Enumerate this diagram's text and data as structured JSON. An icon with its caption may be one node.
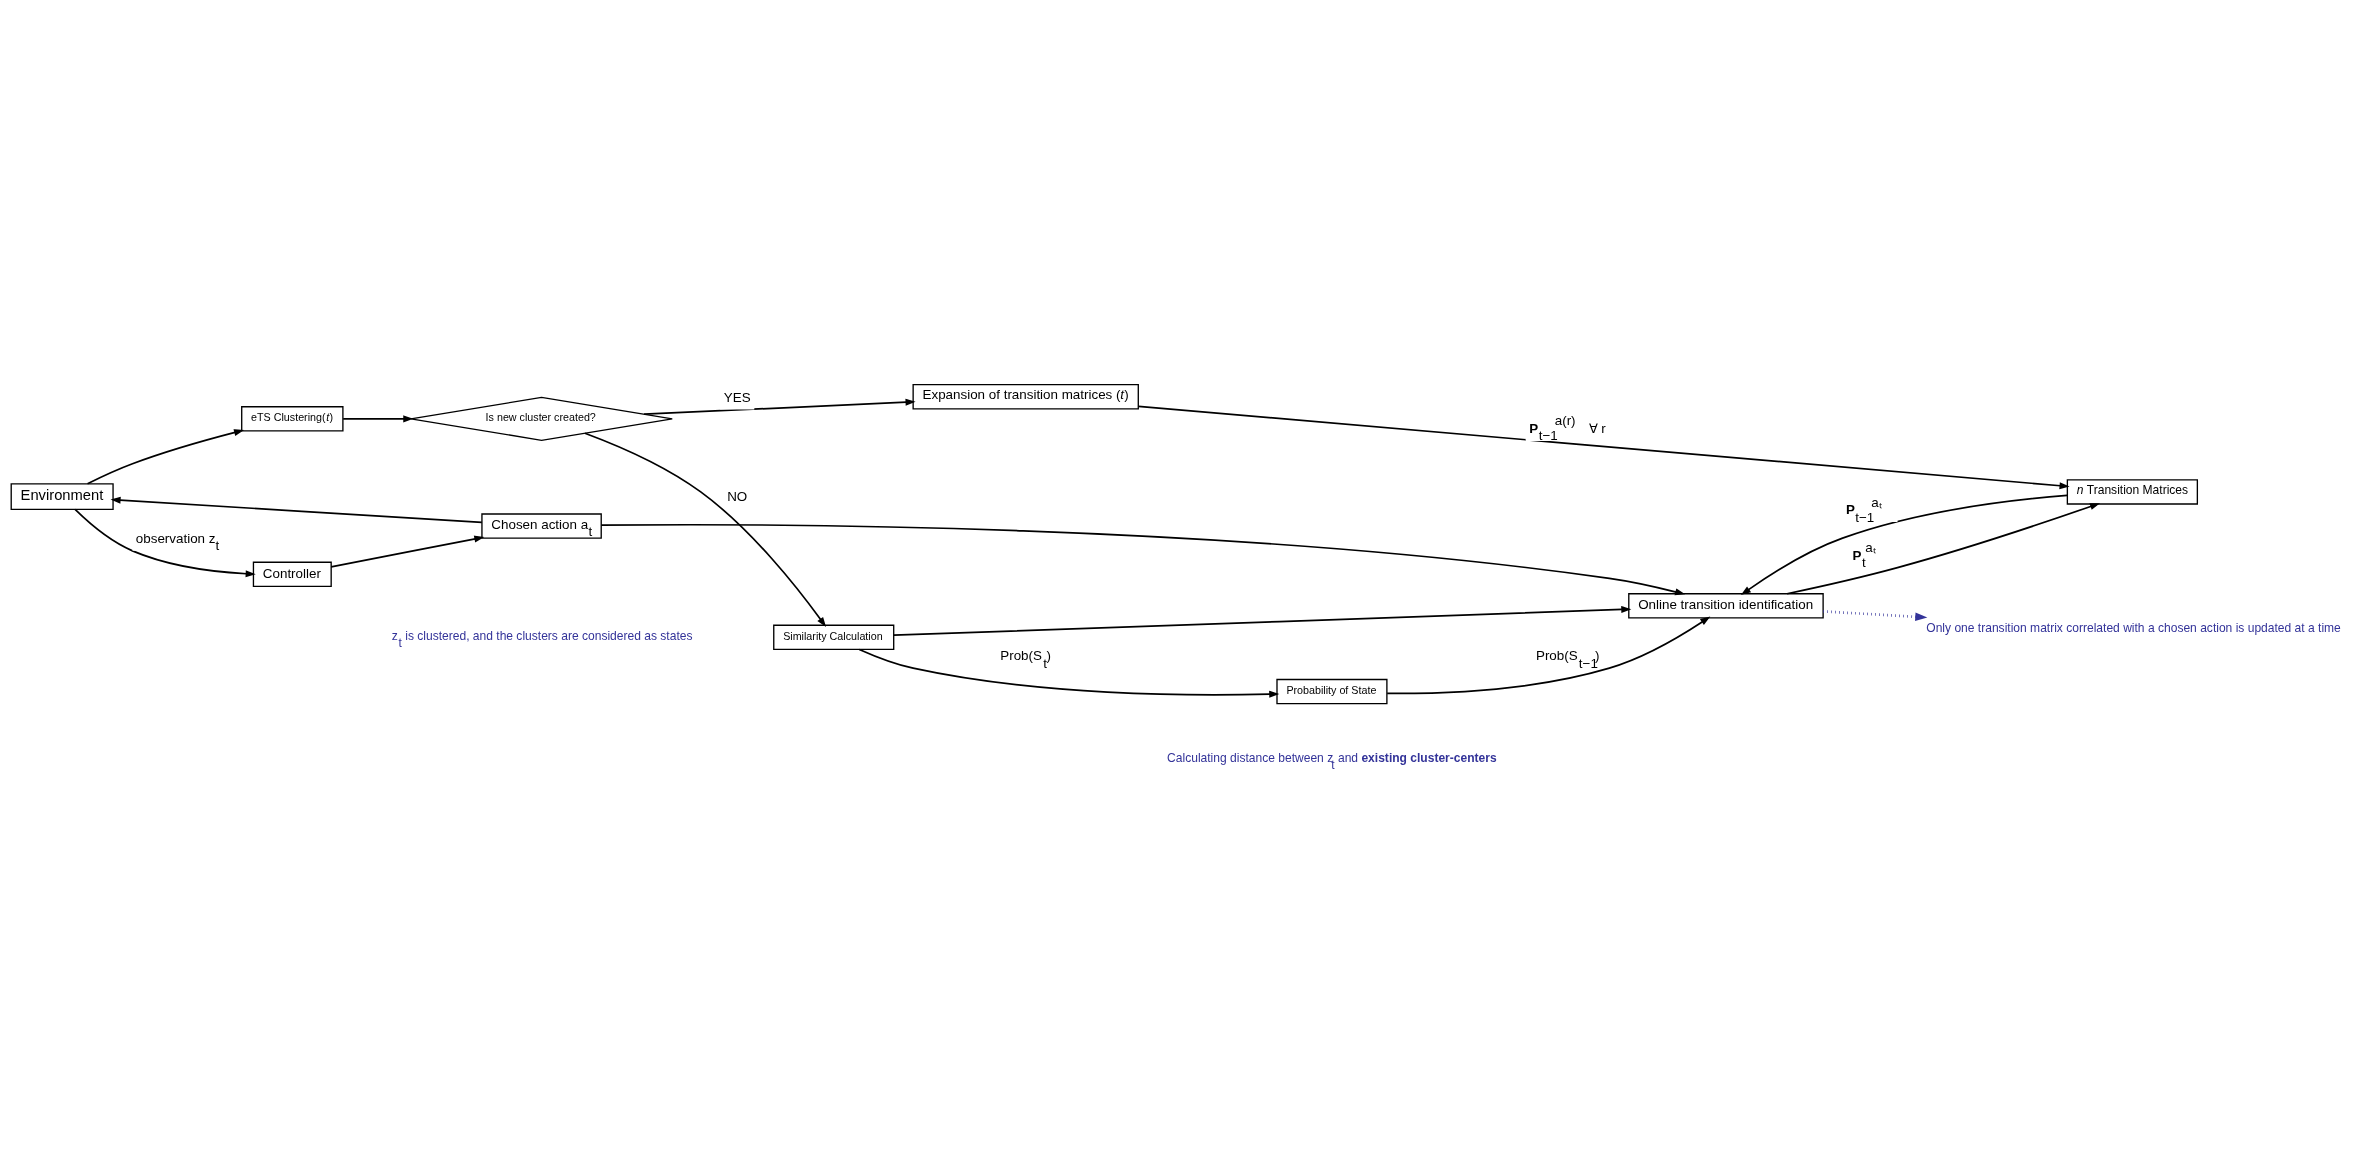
{
  "diagram": {
    "nodes": [
      {
        "text": [
          "Environment"
        ]
      },
      {
        "text": [
          "Controller"
        ]
      },
      {
        "text": [
          "Chosen action a$_{t}$"
        ]
      },
      {
        "text": [
          "eTS Clustering(*t*)"
        ]
      },
      {
        "text": [
          "Is new cluster created?"
        ]
      },
      {
        "text": [
          "Expansion of transition matrices (*t*)"
        ]
      },
      {
        "text": [
          "Similarity Calculation"
        ]
      },
      {
        "text": [
          "Online transition identification"
        ]
      },
      {
        "text": [
          "Probability of State"
        ]
      },
      {
        "text": [
          "*n* Transition Matrices"
        ]
      },
      {
        "text": [
          "Only one transition matrix correlated with a chosen action is updated at a time"
        ]
      }
    ],
    "edges": [
      {
        "from": 0,
        "to": 1,
        "arrow": "to",
        "label": "observation z$_{t}$"
      },
      {
        "from": 0,
        "to": 3,
        "arrow": "to"
      },
      {
        "from": 1,
        "to": 2,
        "arrow": "to"
      },
      {
        "from": 2,
        "to": 0,
        "arrow": "to"
      },
      {
        "from": 2,
        "to": 7,
        "arrow": "to"
      },
      {
        "from": 3,
        "to": 4,
        "arrow": "to"
      },
      {
        "from": 4,
        "to": 5,
        "arrow": "to",
        "label": "YES"
      },
      {
        "from": 4,
        "to": 6,
        "arrow": "to",
        "label": "NO"
      },
      {
        "from": 6,
        "to": 8,
        "arrow": "to",
        "label": "Prob(S$_{t}$)"
      },
      {
        "from": 6,
        "to": 7,
        "arrow": "to"
      },
      {
        "from": 5,
        "to": 9,
        "arrow": "to",
        "label": "**P**$_{t−1}$$^{a(r)}$ ∀ r"
      },
      {
        "from": 7,
        "to": 9,
        "arrow": "to",
        "label": "**P**$_{t}$$^{aₜ}$"
      },
      {
        "from": 9,
        "to": 7,
        "arrow": "to",
        "label": "**P**$_{t−1}$$^{aₜ}$"
      },
      {
        "from": 8,
        "to": 7,
        "arrow": "to",
        "label": "Prob(S$_{t−1}$)"
      },
      {
        "from": 7,
        "to": 10,
        "arrow": "to",
        "style": "dashed",
        "color": "#333399"
      }
    ],
    "labels": [
      "z$_{t}$ is clustered, and the clusters are considered as states",
      "Calculating distance between z$_{t}$ and **existing cluster-centers**"
    ]
  }
}
